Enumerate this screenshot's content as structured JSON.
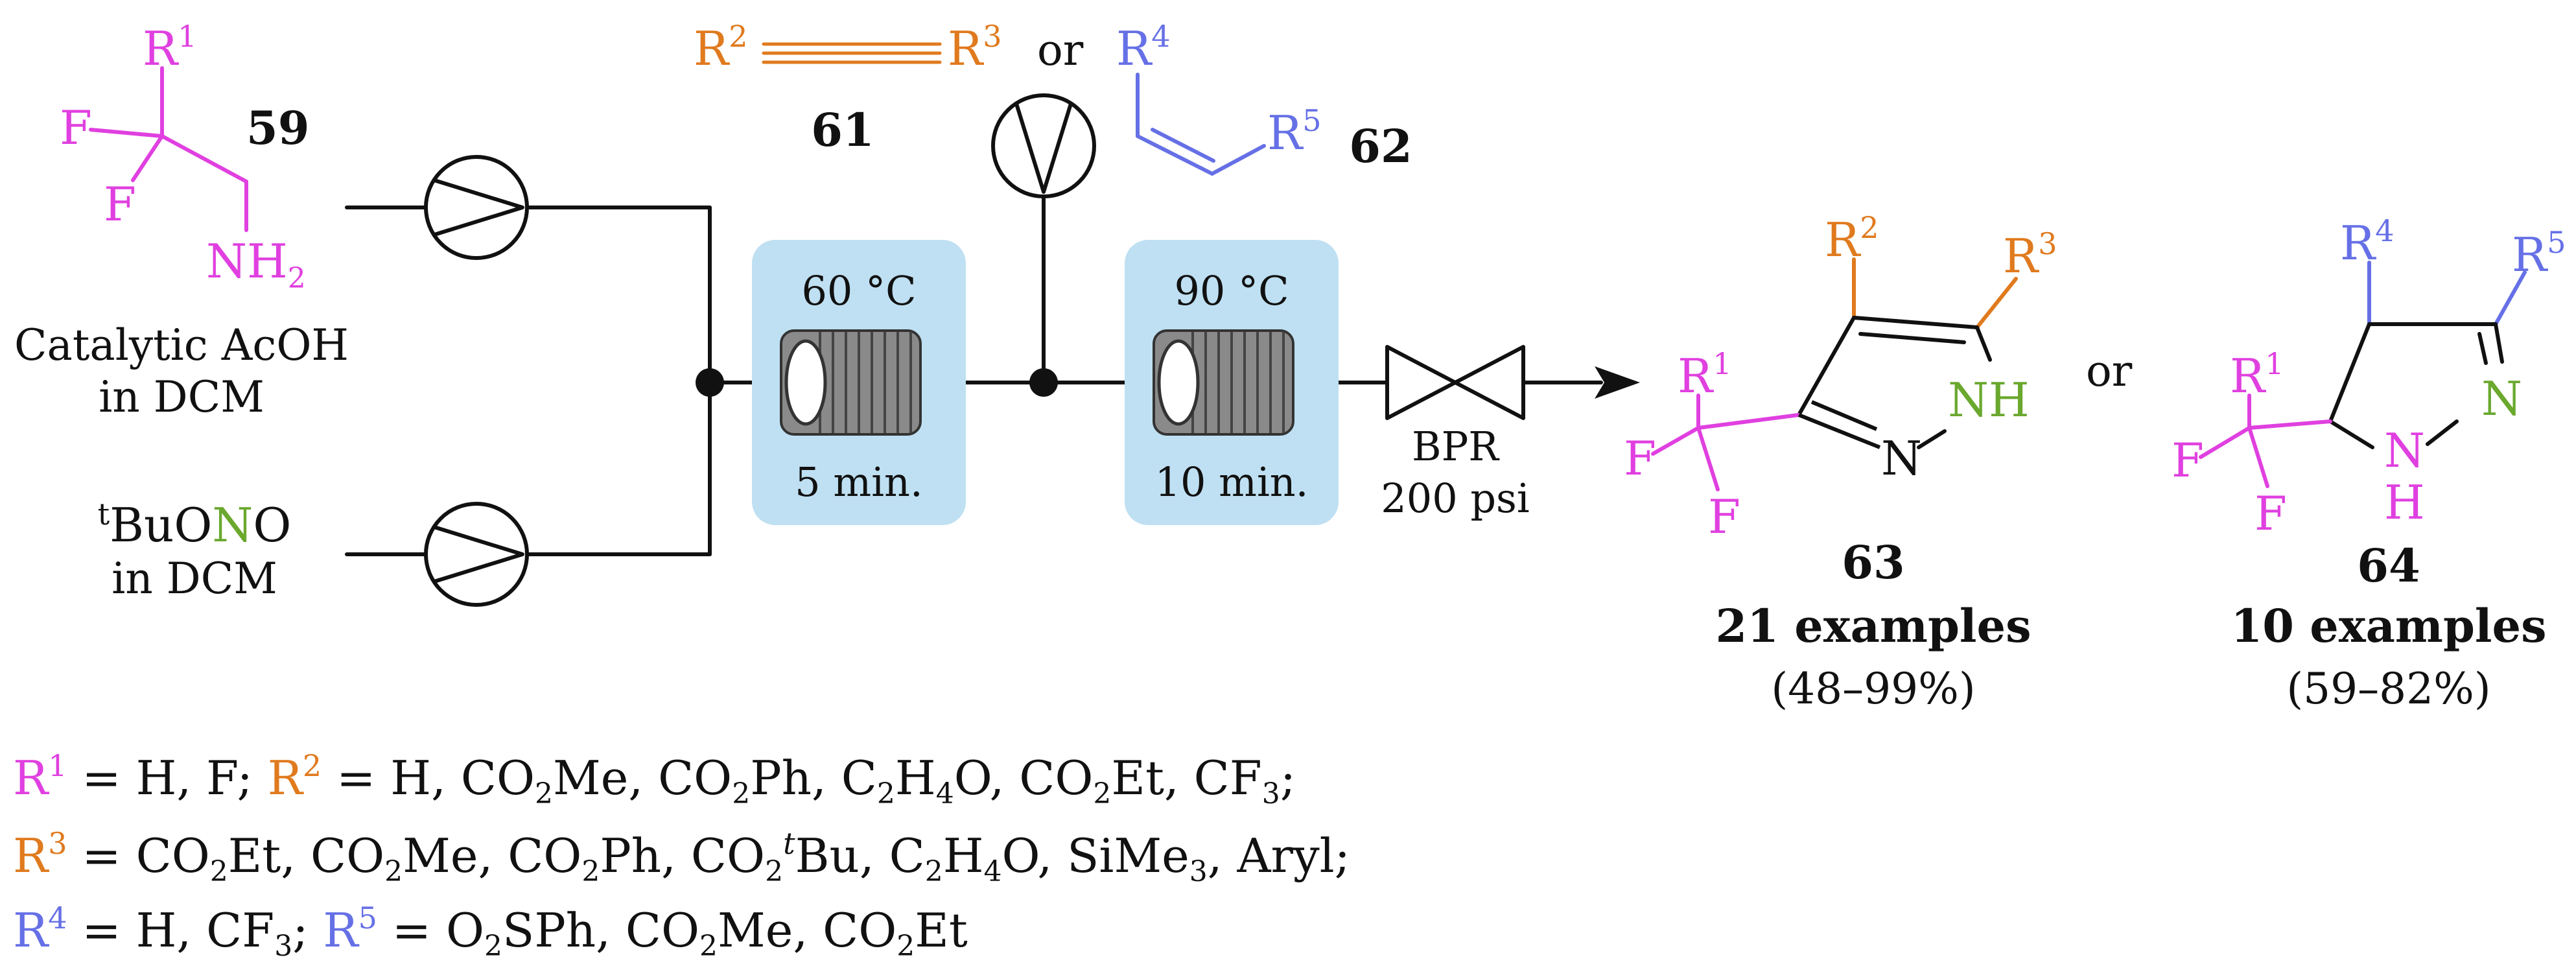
{
  "colors": {
    "r1": "#e040e0",
    "r2": "#e07a1e",
    "r3": "#e07a1e",
    "r4": "#6670e6",
    "r5": "#6670e6",
    "nitrogen_green": "#6aa82e",
    "heating_zone_fill": "#bfe0f2",
    "coil_gray": "#8a8a8a",
    "line": "#111111"
  },
  "reagents": {
    "compound_59": {
      "label": "59",
      "r1": "R",
      "r1_sup": "1",
      "f_top": "F",
      "f_bottom": "F",
      "nh2": "NH",
      "nh2_sub": "2"
    },
    "reagent_a_text": {
      "line1": "Catalytic AcOH",
      "line2": "in DCM"
    },
    "reagent_b_text": {
      "sup": "t",
      "bu": "Bu",
      "o1": "O",
      "n": "N",
      "o2": "O",
      "line2": "in DCM"
    },
    "compound_61": {
      "label": "61",
      "r2": "R",
      "r2_sup": "2",
      "r3": "R",
      "r3_sup": "3"
    },
    "or_61_62": "or",
    "compound_62": {
      "label": "62",
      "r4": "R",
      "r4_sup": "4",
      "r5": "R",
      "r5_sup": "5"
    }
  },
  "flow": {
    "reactor_1": {
      "temperature": "60 °C",
      "time": "5 min."
    },
    "reactor_2": {
      "temperature": "90 °C",
      "time": "10 min."
    },
    "bpr": {
      "label": "BPR",
      "pressure": "200 psi"
    }
  },
  "products": {
    "compound_63": {
      "label": "63",
      "examples": "21 examples",
      "yield_range": "(48–99%)",
      "r2": "R",
      "r2_sup": "2",
      "r3": "R",
      "r3_sup": "3",
      "r1": "R",
      "r1_sup": "1",
      "f1": "F",
      "f2": "F",
      "n": "N",
      "nh": "NH"
    },
    "or_63_64": "or",
    "compound_64": {
      "label": "64",
      "examples": "10 examples",
      "yield_range": "(59–82%)",
      "r4": "R",
      "r4_sup": "4",
      "r5": "R",
      "r5_sup": "5",
      "r1": "R",
      "r1_sup": "1",
      "f1": "F",
      "f2": "F",
      "n": "N",
      "nh_n": "N",
      "nh_h": "H",
      "nh_dash": "-"
    }
  },
  "legend": {
    "line1": {
      "r1": "R",
      "r1_sup": "1",
      "r1_vals": " = H, F; ",
      "r2": "R",
      "r2_sup": "2",
      "p1": " = H, CO",
      "s1": "2",
      "p2": "Me, CO",
      "s2": "2",
      "p3": "Ph, C",
      "s3": "2",
      "p4": "H",
      "s4": "4",
      "p5": "O, CO",
      "s5": "2",
      "p6": "Et, CF",
      "s6": "3",
      "p7": ";"
    },
    "line2": {
      "r3": "R",
      "r3_sup": "3",
      "p1": " = CO",
      "s1": "2",
      "p2": "Et, CO",
      "s2": "2",
      "p3": "Me, CO",
      "s3": "2",
      "p4": "Ph, CO",
      "s4": "2",
      "sup_t": "t",
      "p5": "Bu, C",
      "s5": "2",
      "p6": "H",
      "s6": "4",
      "p7": "O, SiMe",
      "s7": "3",
      "p8": ", Aryl;"
    },
    "line3": {
      "r4": "R",
      "r4_sup": "4",
      "r4_vals": " = H, CF",
      "s1": "3",
      "semi": "; ",
      "r5": "R",
      "r5_sup": "5",
      "p1": " = O",
      "s2": "2",
      "p2": "SPh, CO",
      "s3": "2",
      "p3": "Me, CO",
      "s4": "2",
      "p4": "Et"
    }
  }
}
